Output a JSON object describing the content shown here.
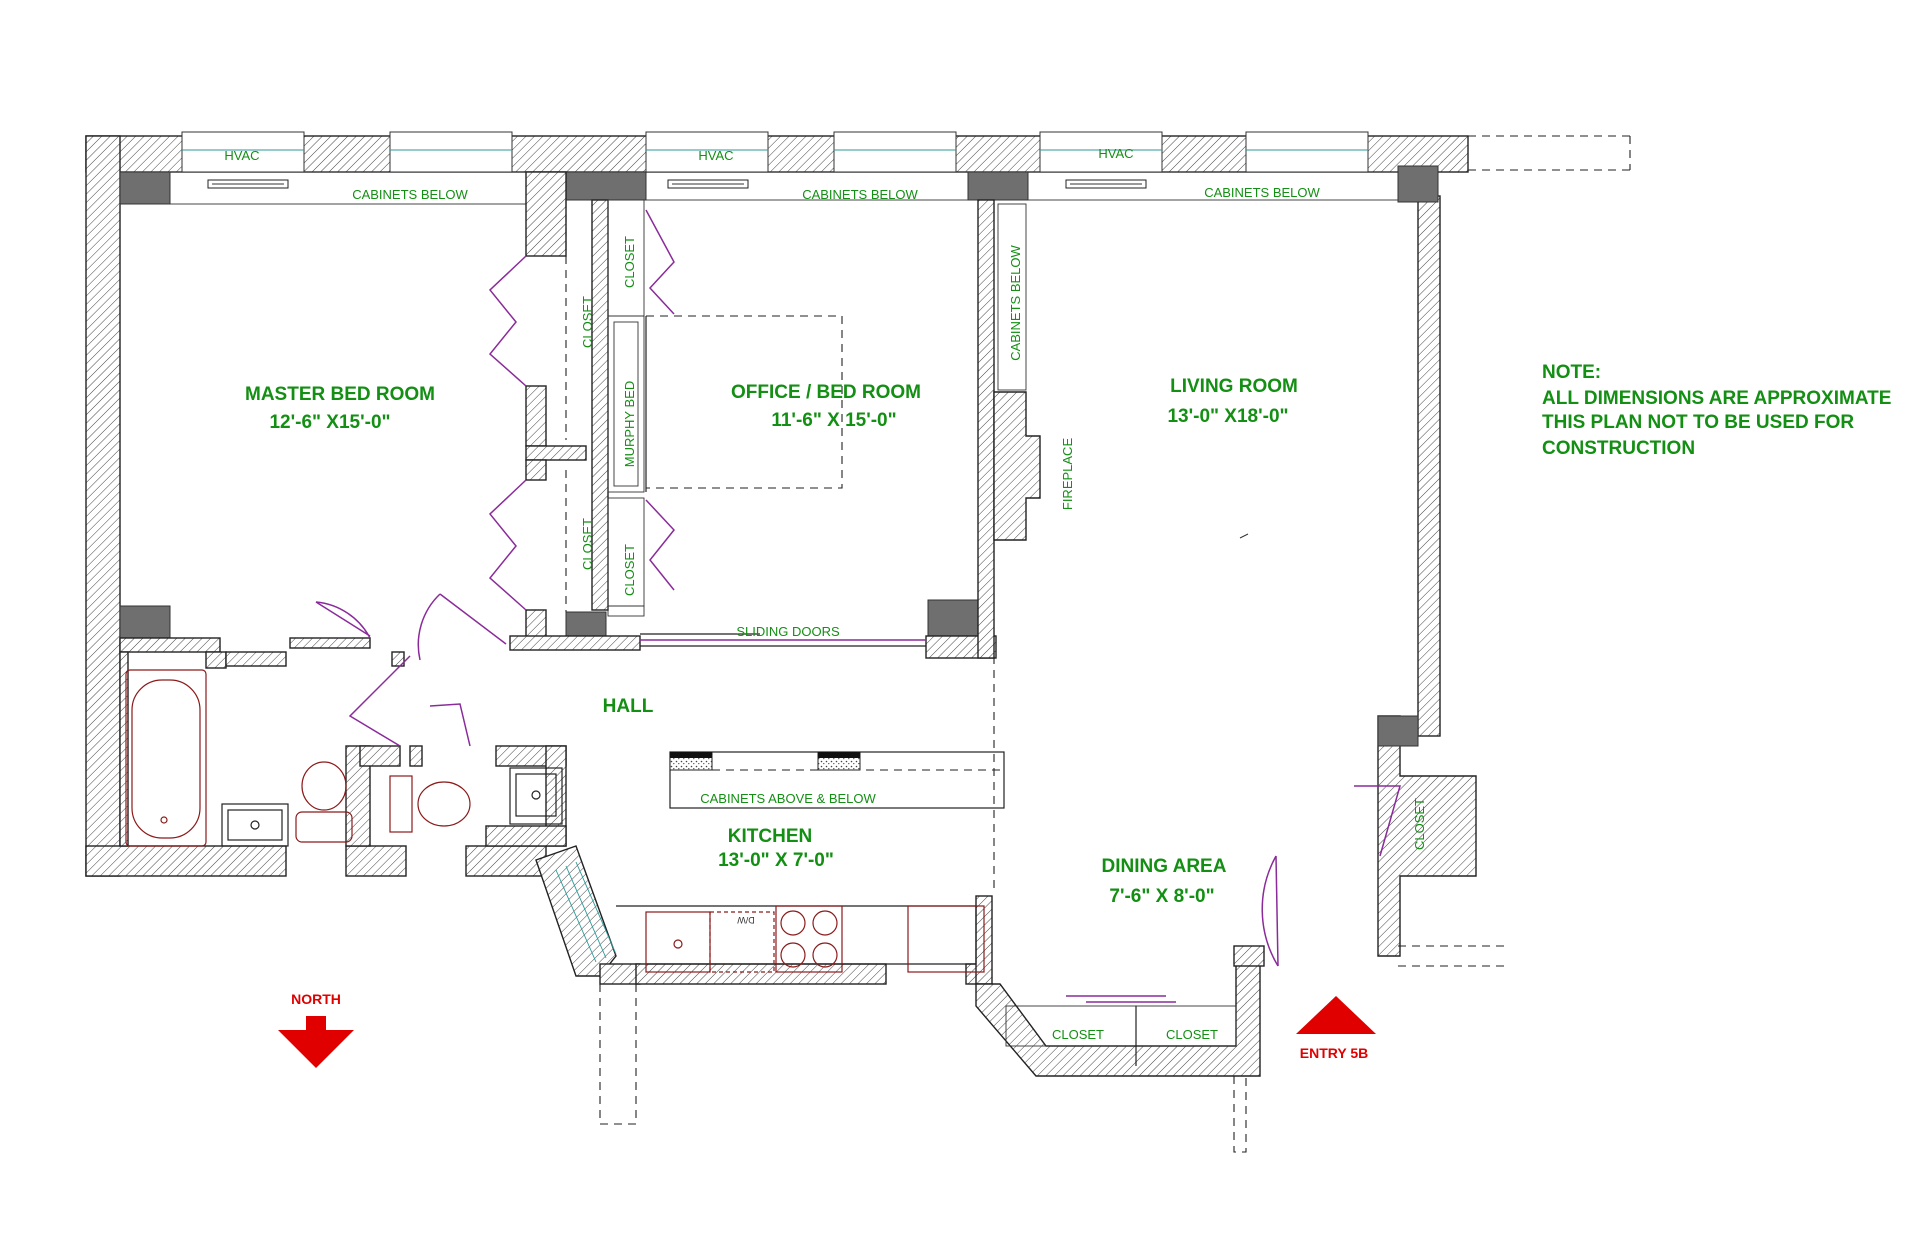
{
  "rooms": {
    "master": {
      "name": "MASTER BED ROOM",
      "dims": "12'-6\" X15'-0\""
    },
    "office": {
      "name": "OFFICE / BED ROOM",
      "dims": "11'-6\" X 15'-0\""
    },
    "living": {
      "name": "LIVING ROOM",
      "dims": "13'-0\" X18'-0\""
    },
    "hall": {
      "name": "HALL"
    },
    "kitchen": {
      "name": "KITCHEN",
      "dims": "13'-0\" X 7'-0\""
    },
    "dining": {
      "name": "DINING AREA",
      "dims": "7'-6\" X 8'-0\""
    }
  },
  "labels": {
    "hvac": "HVAC",
    "cabinets_below": "CABINETS BELOW",
    "closet": "CLOSET",
    "murphy_bed": "MURPHY BED",
    "fireplace": "FIREPLACE",
    "sliding_doors": "SLIDING DOORS",
    "cabinets_above_below": "CABINETS ABOVE & BELOW",
    "dw": "D/W"
  },
  "note": {
    "heading": "NOTE:",
    "line1": "ALL DIMENSIONS ARE APPROXIMATE",
    "line2": "THIS PLAN NOT TO BE USED FOR",
    "line3": "CONSTRUCTION"
  },
  "markers": {
    "north": "NORTH",
    "entry": "ENTRY  5B"
  },
  "colors": {
    "label_green": "#138f13",
    "marker_red": "#e00000",
    "door_purple": "#8a2b9a",
    "fixture_brown": "#8b1a1a"
  }
}
